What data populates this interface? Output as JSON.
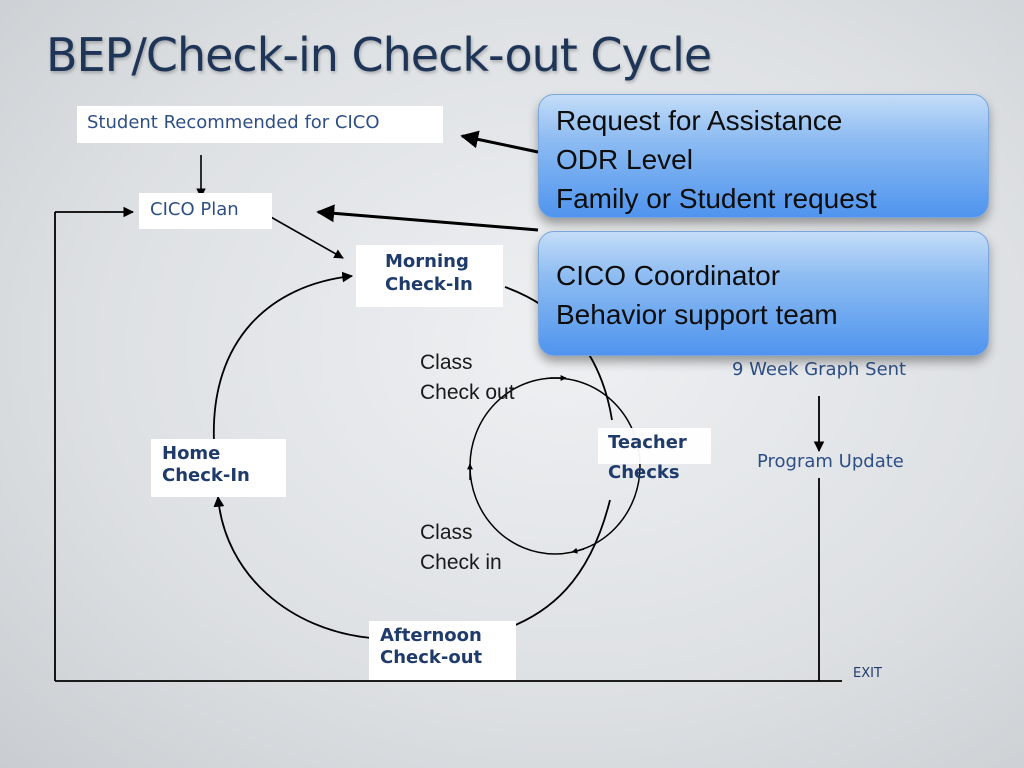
{
  "title": "BEP/Check-in Check-out Cycle",
  "boxes": {
    "student_recommended": "Student Recommended for CICO",
    "cico_plan": "CICO Plan",
    "morning": [
      "Morning",
      "Check-In"
    ],
    "home": [
      "Home",
      "Check-In"
    ],
    "afternoon": [
      "Afternoon",
      "Check-out"
    ],
    "teacher": [
      "Teacher",
      "Checks"
    ]
  },
  "labels": {
    "class_check_out": [
      "Class",
      "Check out"
    ],
    "class_check_in": [
      "Class",
      "Check in"
    ],
    "nine_week": "9 Week Graph Sent",
    "program_update": "Program Update",
    "exit": "EXIT"
  },
  "callouts": {
    "request": [
      "Request for Assistance",
      "ODR Level",
      "Family or Student request"
    ],
    "coordinator": [
      "CICO Coordinator",
      "Behavior support team"
    ]
  },
  "colors": {
    "title": "#1f3558",
    "box_text": "#2e4f86",
    "callout_top": "#c4ddf8",
    "callout_bottom": "#4f94ee"
  }
}
